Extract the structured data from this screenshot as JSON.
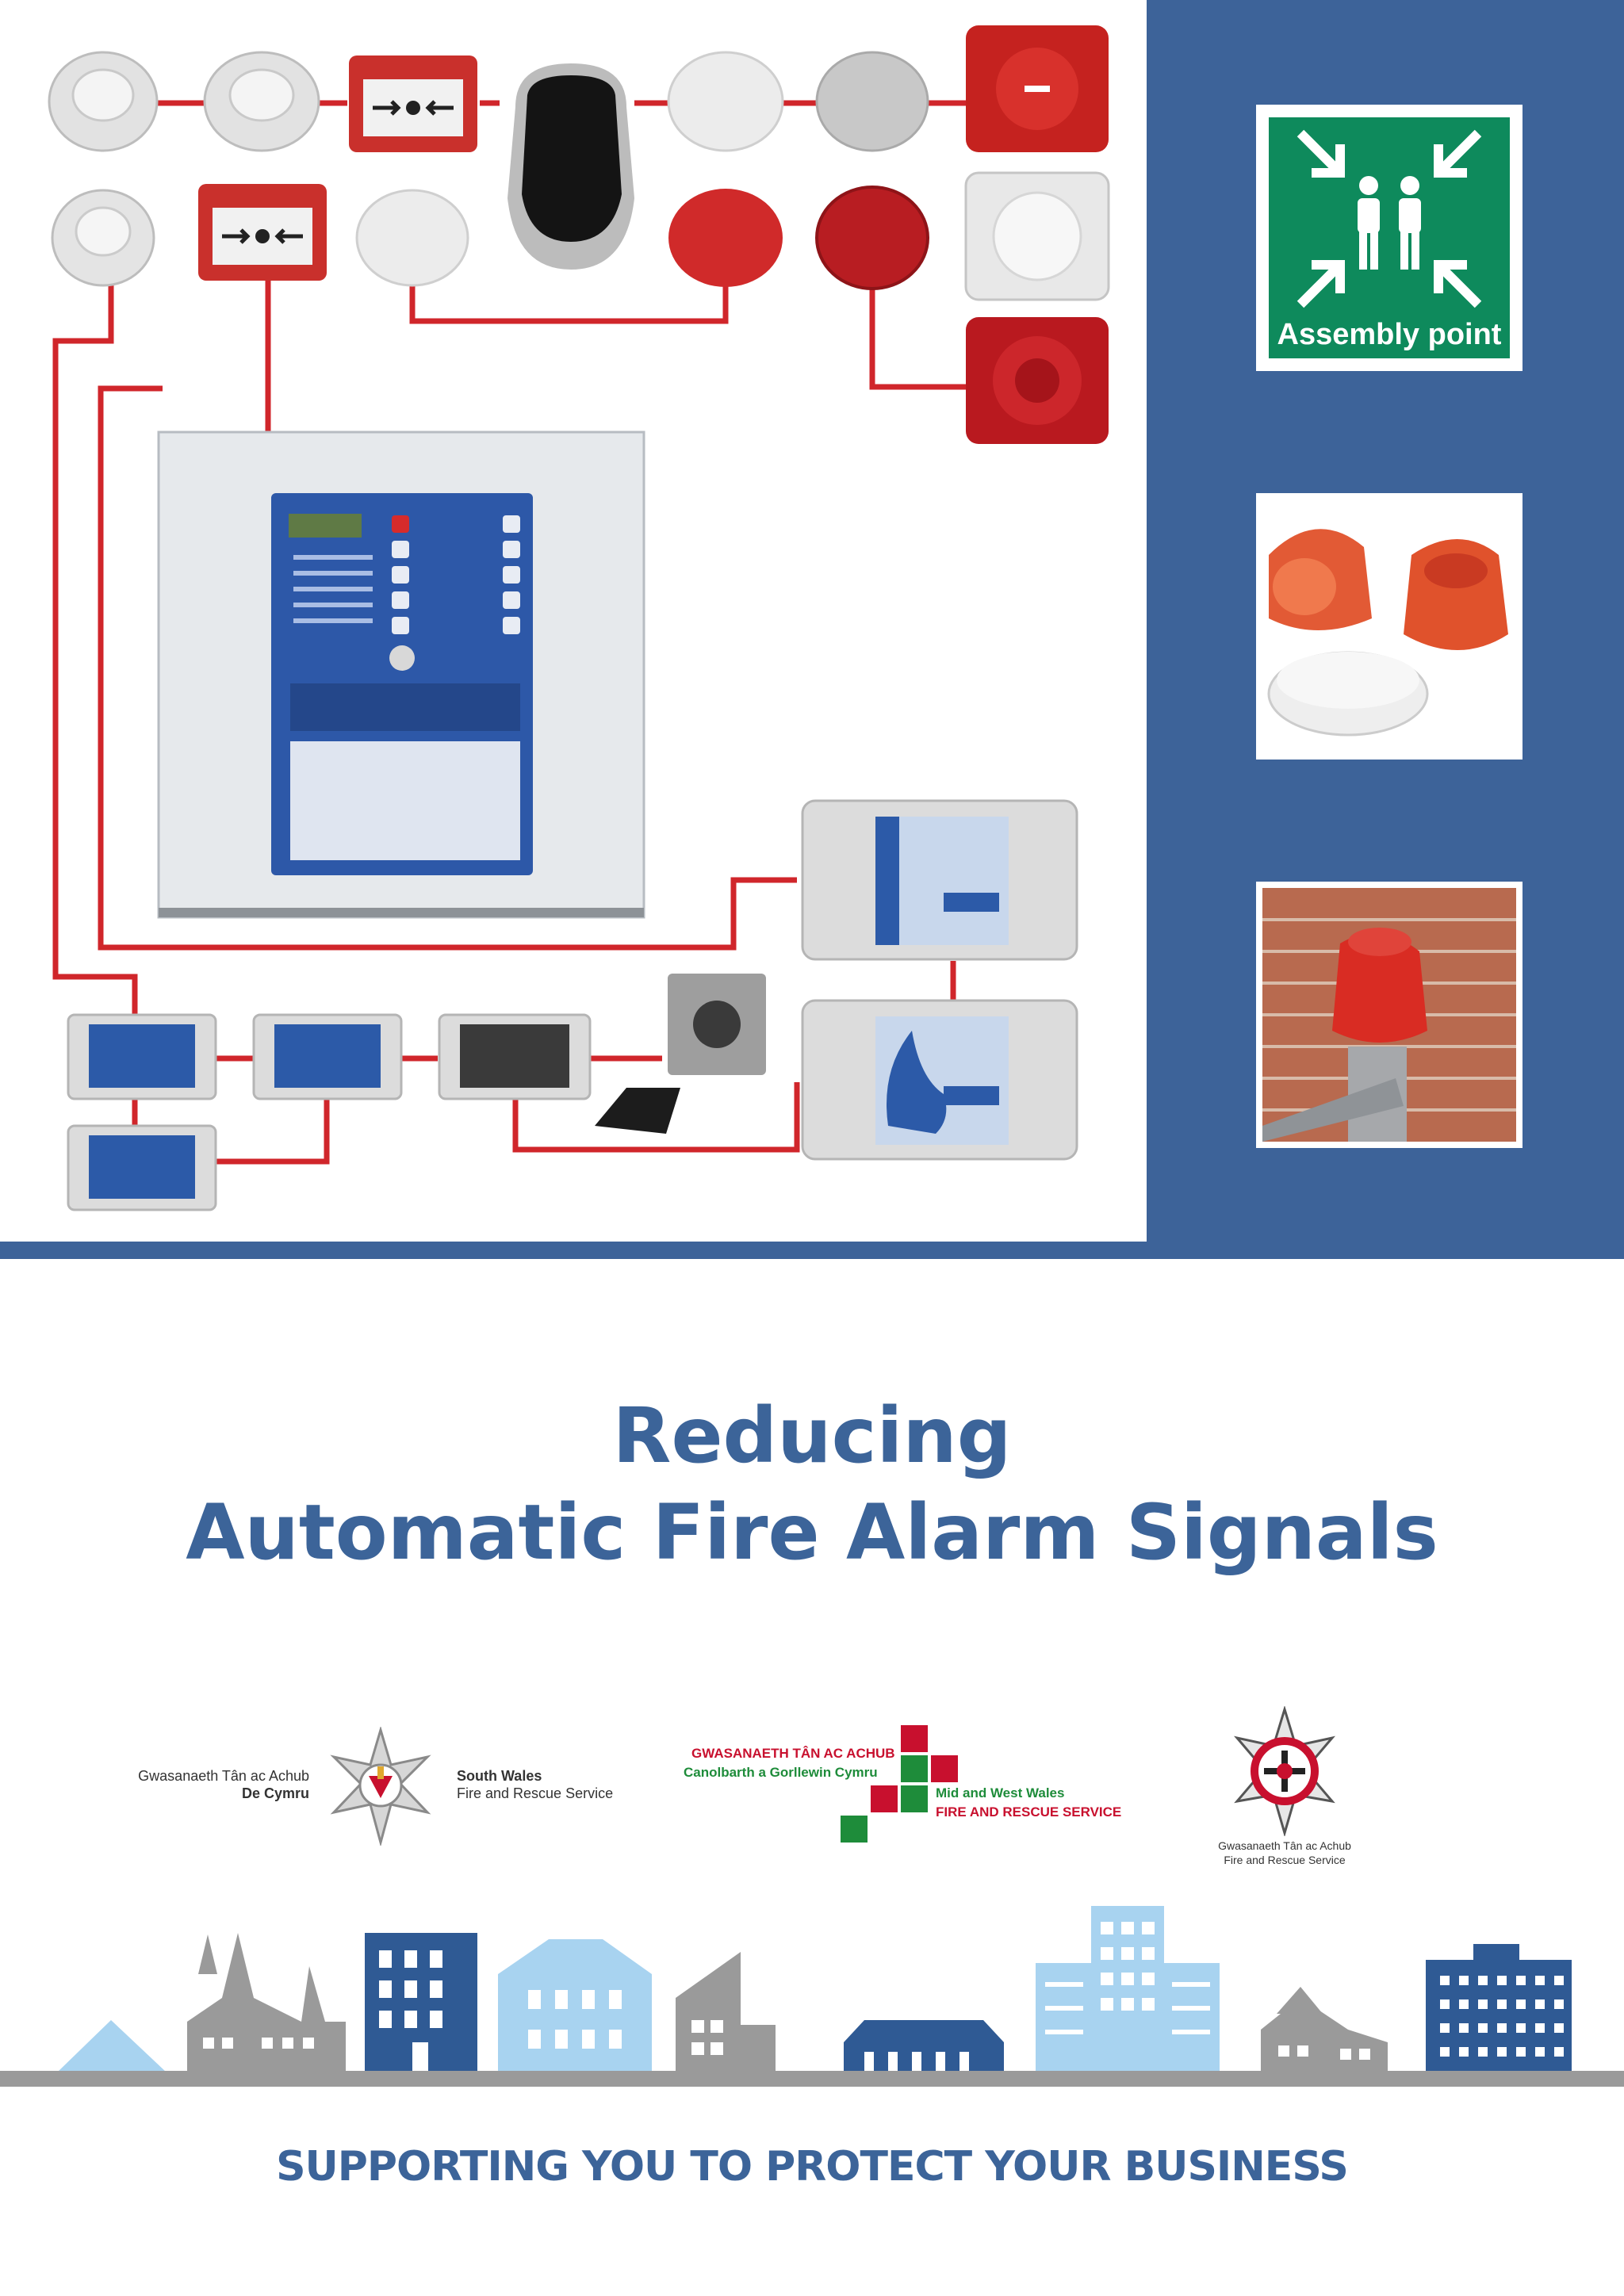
{
  "sign": {
    "text": "Assembly point"
  },
  "title": {
    "line1": "Reducing",
    "line2": "Automatic Fire Alarm Signals"
  },
  "logos": {
    "south_wales": {
      "welsh_line1": "Gwasanaeth Tân ac Achub",
      "welsh_line2": "De Cymru",
      "english_line1": "South Wales",
      "english_line2": "Fire and Rescue Service"
    },
    "mid_west_wales": {
      "welsh_line1": "GWASANAETH TÂN AC ACHUB",
      "welsh_line2": "Canolbarth a Gorllewin Cymru",
      "english_line1": "Mid and West Wales",
      "english_line2": "FIRE AND RESCUE SERVICE"
    },
    "north_wales": {
      "line1": "Gwasanaeth Tân ac Achub",
      "line2": "Fire and Rescue Service"
    }
  },
  "tagline": "SUPPORTING YOU TO PROTECT YOUR BUSINESS",
  "colors": {
    "brand_blue": "#3c6499",
    "panel_blue": "#3d6399",
    "sign_green": "#0e8a5c",
    "wire_red": "#d0262b",
    "skyline_grey": "#9a9a9a",
    "skyline_light_blue": "#a8d3f0",
    "skyline_dark_blue": "#2f5a94"
  }
}
